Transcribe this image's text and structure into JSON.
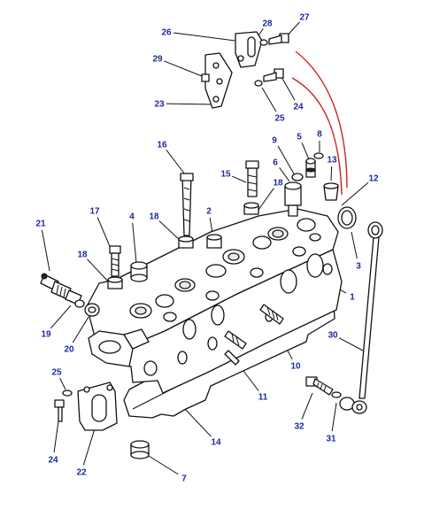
{
  "colors": {
    "callout": "#1a2b9c",
    "lines": "#111111",
    "highlight": "#d21f1f",
    "background": "#ffffff"
  },
  "callouts": [
    {
      "id": "c28a",
      "label": "28",
      "leader": [
        302,
        26,
        292,
        40
      ]
    },
    {
      "id": "c27",
      "label": "27",
      "leader": [
        344,
        19,
        320,
        45
      ]
    },
    {
      "id": "c26",
      "label": "26",
      "leader": [
        188,
        36,
        274,
        47
      ]
    },
    {
      "id": "c29",
      "label": "29",
      "leader": [
        178,
        66,
        228,
        86
      ]
    },
    {
      "id": "c23",
      "label": "23",
      "leader": [
        180,
        117,
        244,
        118
      ]
    },
    {
      "id": "c24a",
      "label": "24",
      "leader": [
        337,
        120,
        318,
        87
      ]
    },
    {
      "id": "c25a",
      "label": "25",
      "leader": [
        316,
        133,
        296,
        99
      ]
    },
    {
      "id": "c9",
      "label": "9",
      "leader": [
        310,
        158,
        333,
        198
      ]
    },
    {
      "id": "c5",
      "label": "5",
      "leader": [
        338,
        154,
        349,
        180
      ]
    },
    {
      "id": "c8",
      "label": "8",
      "leader": [
        361,
        151,
        361,
        172
      ]
    },
    {
      "id": "c16",
      "label": "16",
      "leader": [
        183,
        163,
        209,
        197
      ]
    },
    {
      "id": "c6",
      "label": "6",
      "leader": [
        311,
        183,
        327,
        205
      ]
    },
    {
      "id": "c13",
      "label": "13",
      "leader": [
        375,
        180,
        374,
        204
      ]
    },
    {
      "id": "c15",
      "label": "15",
      "leader": [
        255,
        196,
        278,
        206
      ]
    },
    {
      "id": "c18a",
      "label": "18",
      "leader": [
        314,
        206,
        292,
        237
      ]
    },
    {
      "id": "c12",
      "label": "12",
      "leader": [
        422,
        201,
        386,
        232
      ]
    },
    {
      "id": "c2",
      "label": "2",
      "leader": [
        236,
        238,
        240,
        264
      ]
    },
    {
      "id": "c17",
      "label": "17",
      "leader": [
        107,
        238,
        126,
        283
      ]
    },
    {
      "id": "c4",
      "label": "4",
      "leader": [
        149,
        244,
        154,
        297
      ]
    },
    {
      "id": "c18b",
      "label": "18",
      "leader": [
        174,
        244,
        206,
        274
      ]
    },
    {
      "id": "c21",
      "label": "21",
      "leader": [
        46,
        252,
        56,
        306
      ]
    },
    {
      "id": "c18c",
      "label": "18",
      "leader": [
        93,
        287,
        126,
        322
      ]
    },
    {
      "id": "c3",
      "label": "3",
      "leader": [
        405,
        300,
        397,
        262
      ]
    },
    {
      "id": "c1",
      "label": "1",
      "leader": [
        398,
        335,
        375,
        322
      ]
    },
    {
      "id": "c19",
      "label": "19",
      "leader": [
        52,
        377,
        80,
        345
      ]
    },
    {
      "id": "c20",
      "label": "20",
      "leader": [
        78,
        394,
        100,
        358
      ]
    },
    {
      "id": "c30",
      "label": "30",
      "leader": [
        376,
        378,
        410,
        396
      ]
    },
    {
      "id": "c10",
      "label": "10",
      "leader": [
        334,
        413,
        302,
        353
      ]
    },
    {
      "id": "c25b",
      "label": "25",
      "leader": [
        64,
        420,
        74,
        440
      ]
    },
    {
      "id": "c11",
      "label": "11",
      "leader": [
        297,
        448,
        266,
        407
      ]
    },
    {
      "id": "c14",
      "label": "14",
      "leader": [
        244,
        499,
        209,
        462
      ]
    },
    {
      "id": "c32",
      "label": "32",
      "leader": [
        338,
        481,
        353,
        444
      ]
    },
    {
      "id": "c31",
      "label": "31",
      "leader": [
        374,
        495,
        380,
        455
      ]
    },
    {
      "id": "c24b",
      "label": "24",
      "leader": [
        60,
        519,
        68,
        461
      ]
    },
    {
      "id": "c22",
      "label": "22",
      "leader": [
        92,
        533,
        108,
        481
      ]
    },
    {
      "id": "c7",
      "label": "7",
      "leader": [
        208,
        540,
        168,
        515
      ]
    }
  ]
}
